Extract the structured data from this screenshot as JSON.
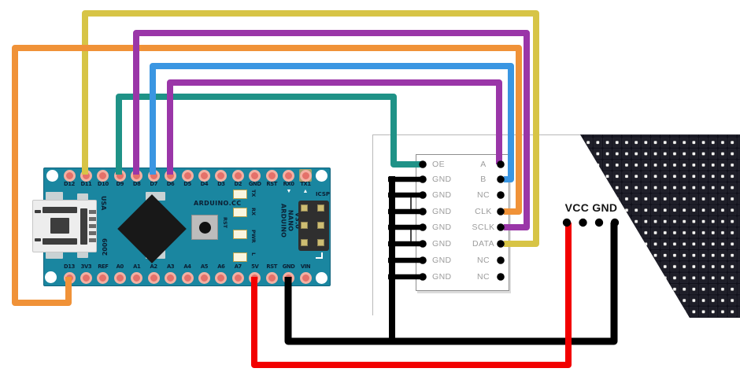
{
  "board": {
    "top_pins": [
      "D12",
      "D11",
      "D10",
      "D9",
      "D8",
      "D7",
      "D6",
      "D5",
      "D4",
      "D3",
      "D2",
      "GND",
      "RST",
      "RX0",
      "TX1"
    ],
    "bottom_pins": [
      "D13",
      "3V3",
      "REF",
      "A0",
      "A1",
      "A2",
      "A3",
      "A4",
      "A5",
      "A6",
      "A7",
      "5V",
      "RST",
      "GND",
      "VIN"
    ],
    "silkscreen": {
      "brand": "ARDUINO.CC",
      "model_lines": [
        "ARDUINO",
        "NANO",
        "V3.0"
      ],
      "usa": "USA",
      "year": "2009",
      "icsp": "ICSP",
      "reset": "RST",
      "rx_marker": "▼",
      "tx_marker": "▲",
      "leds": [
        "TX",
        "RX",
        "PWR",
        "L"
      ]
    }
  },
  "connector": {
    "left_pins": [
      "OE",
      "GND",
      "GND",
      "GND",
      "GND",
      "GND",
      "GND",
      "GND"
    ],
    "right_pins": [
      "A",
      "B",
      "NC",
      "CLK",
      "SCLK",
      "DATA",
      "NC",
      "NC"
    ]
  },
  "panel": {
    "power_labels": "VCC GND"
  },
  "connections": [
    {
      "from": "D11",
      "to": "DATA",
      "color": "#d7c446"
    },
    {
      "from": "D13",
      "to": "CLK",
      "color": "#f09238"
    },
    {
      "from": "D9",
      "to": "OE",
      "color": "#1f9287"
    },
    {
      "from": "D7",
      "to": "B",
      "color": "#3a96e2"
    },
    {
      "from": "D6",
      "to": "A",
      "color": "#9a36a8"
    },
    {
      "from": "D8",
      "to": "SCLK",
      "color": "#9a36a8"
    },
    {
      "from": "GND",
      "to": "GND",
      "color": "#000000"
    },
    {
      "from": "5V",
      "to": "VCC",
      "color": "#f20000"
    }
  ],
  "colors": {
    "board": "#1a86a0",
    "outline": "#b9b9b9",
    "connector_text": "#9c9c9c",
    "led_panel_bg": "#13131b"
  }
}
